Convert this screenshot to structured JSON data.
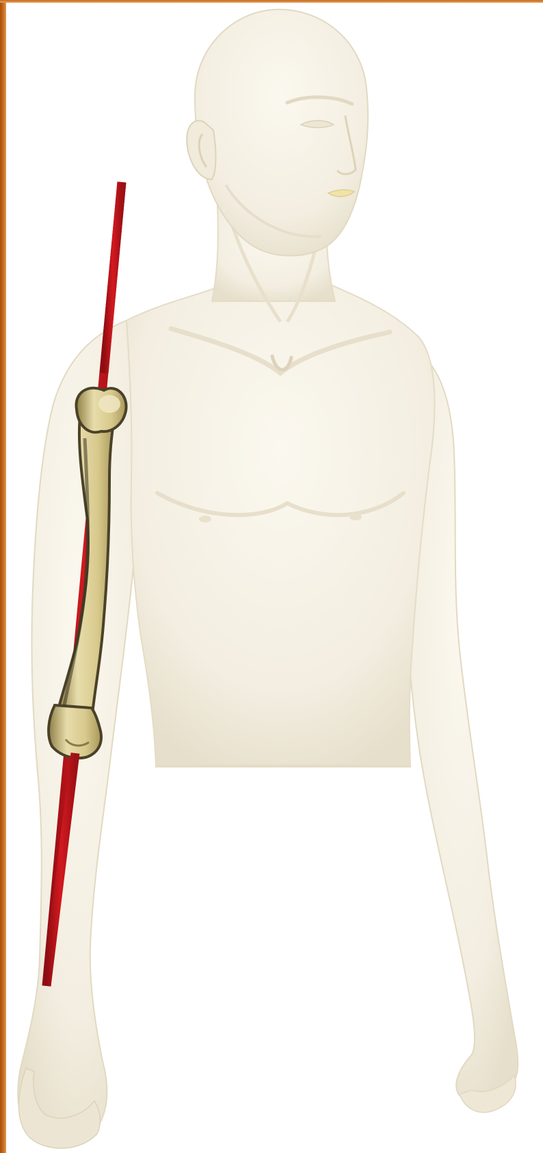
{
  "figure": {
    "subject": "mannequin-upper-body",
    "highlighted_part": "humerus",
    "axis_line": "longitudinal-axis",
    "colors": {
      "frame": "#c96a1c",
      "background": "#ffffff",
      "body": "#f3eee1",
      "body_shadow": "#e4dcc7",
      "bone": "#e3d7a4",
      "bone_shadow": "#b7a66a",
      "bone_outline": "#4a4228",
      "axis": "#c4151b"
    }
  }
}
